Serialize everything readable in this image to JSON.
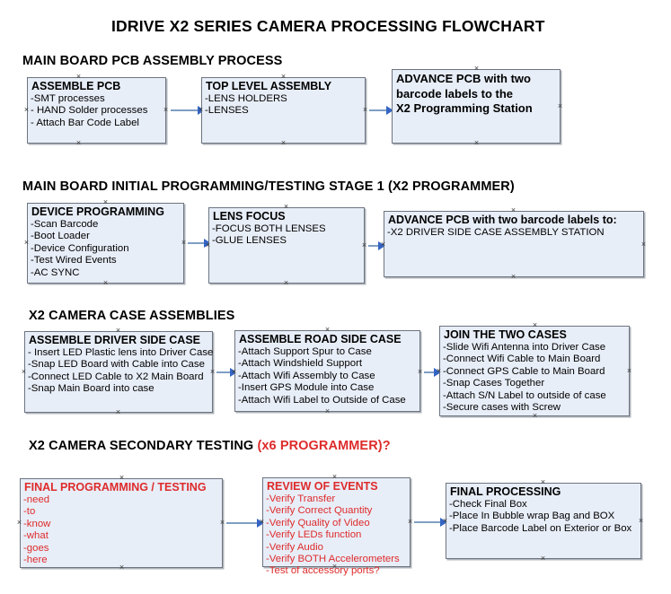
{
  "document": {
    "title": "IDRIVE X2  SERIES CAMERA PROCESSING FLOWCHART"
  },
  "colors": {
    "box_fill": "#e8eef8",
    "box_border": "#6d7480",
    "connector": "#7f9ec4",
    "arrowhead": "#3465c4",
    "red_text": "#de2b2b",
    "page_background": "#ffffff"
  },
  "sections": [
    {
      "id": "main-board-pcb-assembly-process",
      "heading": "MAIN BOARD PCB ASSEMBLY PROCESS",
      "heading_note": "",
      "boxes": [
        {
          "id": "assemble-pcb",
          "title": "ASSEMBLE PCB",
          "lines": [
            "-SMT processes",
            "- HAND Solder processes",
            "- Attach Bar Code Label"
          ]
        },
        {
          "id": "top-level-assembly",
          "title": "TOP LEVEL ASSEMBLY",
          "lines": [
            "-LENS HOLDERS",
            "-LENSES"
          ]
        },
        {
          "id": "advance-pcb-to-x2-programming-station",
          "title": "ADVANCE PCB with two",
          "title2": "barcode labels to the",
          "title3": " X2 Programming Station",
          "lines": []
        }
      ]
    },
    {
      "id": "main-board-initial-programming-testing-stage-1",
      "heading": "MAIN BOARD INITIAL PROGRAMMING/TESTING STAGE 1 (X2 PROGRAMMER)",
      "heading_note": "",
      "boxes": [
        {
          "id": "device-programming",
          "title": "DEVICE PROGRAMMING",
          "lines": [
            "-Scan Barcode",
            "-Boot Loader",
            "-Device Configuration",
            "-Test Wired Events",
            "-AC SYNC"
          ]
        },
        {
          "id": "lens-focus",
          "title": "LENS FOCUS",
          "lines": [
            "-FOCUS BOTH LENSES",
            "-GLUE LENSES"
          ]
        },
        {
          "id": "advance-pcb-to-driver-side-case-assembly-station",
          "title": "ADVANCE PCB with two barcode labels to:",
          "lines": [
            "-X2 DRIVER  SIDE  CASE  ASSEMBLY STATION"
          ]
        }
      ]
    },
    {
      "id": "x2-camera-case-assemblies",
      "heading": "X2 CAMERA CASE ASSEMBLIES",
      "heading_note": "",
      "boxes": [
        {
          "id": "assemble-driver-side-case",
          "title": "ASSEMBLE DRIVER SIDE CASE",
          "lines": [
            "- Insert LED Plastic lens into Driver Case",
            "-Snap LED Board with Cable into Case",
            "-Connect LED Cable to X2 Main Board",
            "-Snap Main Board into case"
          ]
        },
        {
          "id": "assemble-road-side-case",
          "title": "ASSEMBLE ROAD SIDE CASE",
          "lines": [
            "-Attach Support Spur to Case",
            "-Attach Windshield Support",
            "-Attach Wifi Assembly to Case",
            "-Insert GPS Module into Case",
            "-Attach Wifi Label to Outside of Case"
          ]
        },
        {
          "id": "join-the-two-cases",
          "title": "JOIN THE TWO CASES",
          "lines": [
            "-Slide Wifi Antenna into Driver Case",
            "-Connect Wifi Cable to Main Board",
            "-Connect GPS Cable to Main Board",
            "-Snap Cases Together",
            "-Attach S/N Label to outside of case",
            "-Secure cases with Screw"
          ]
        }
      ]
    },
    {
      "id": "x2-camera-secondary-testing",
      "heading": "X2 CAMERA SECONDARY TESTING ",
      "heading_note": "(x6 PROGRAMMER)?",
      "boxes": [
        {
          "id": "final-programming-testing",
          "title": "FINAL PROGRAMMING / TESTING",
          "red": true,
          "lines": [
            "-need",
            "-to",
            "-know",
            "-what",
            "-goes",
            "-here"
          ]
        },
        {
          "id": "review-of-events",
          "title": "REVIEW OF EVENTS",
          "red": true,
          "lines": [
            "-Verify Transfer",
            "-Verify Correct Quantity",
            "-Verify Quality of Video",
            "-Verify LEDs function",
            "-Verify Audio",
            "-Verify BOTH Accelerometers"
          ],
          "overflow_line": "-Test of accessory ports?"
        },
        {
          "id": "final-processing",
          "title": "FINAL PROCESSING",
          "lines": [
            " -Check Final Box",
            "-Place In Bubble wrap Bag and BOX",
            "-Place Barcode Label on Exterior or Box"
          ]
        }
      ]
    }
  ]
}
